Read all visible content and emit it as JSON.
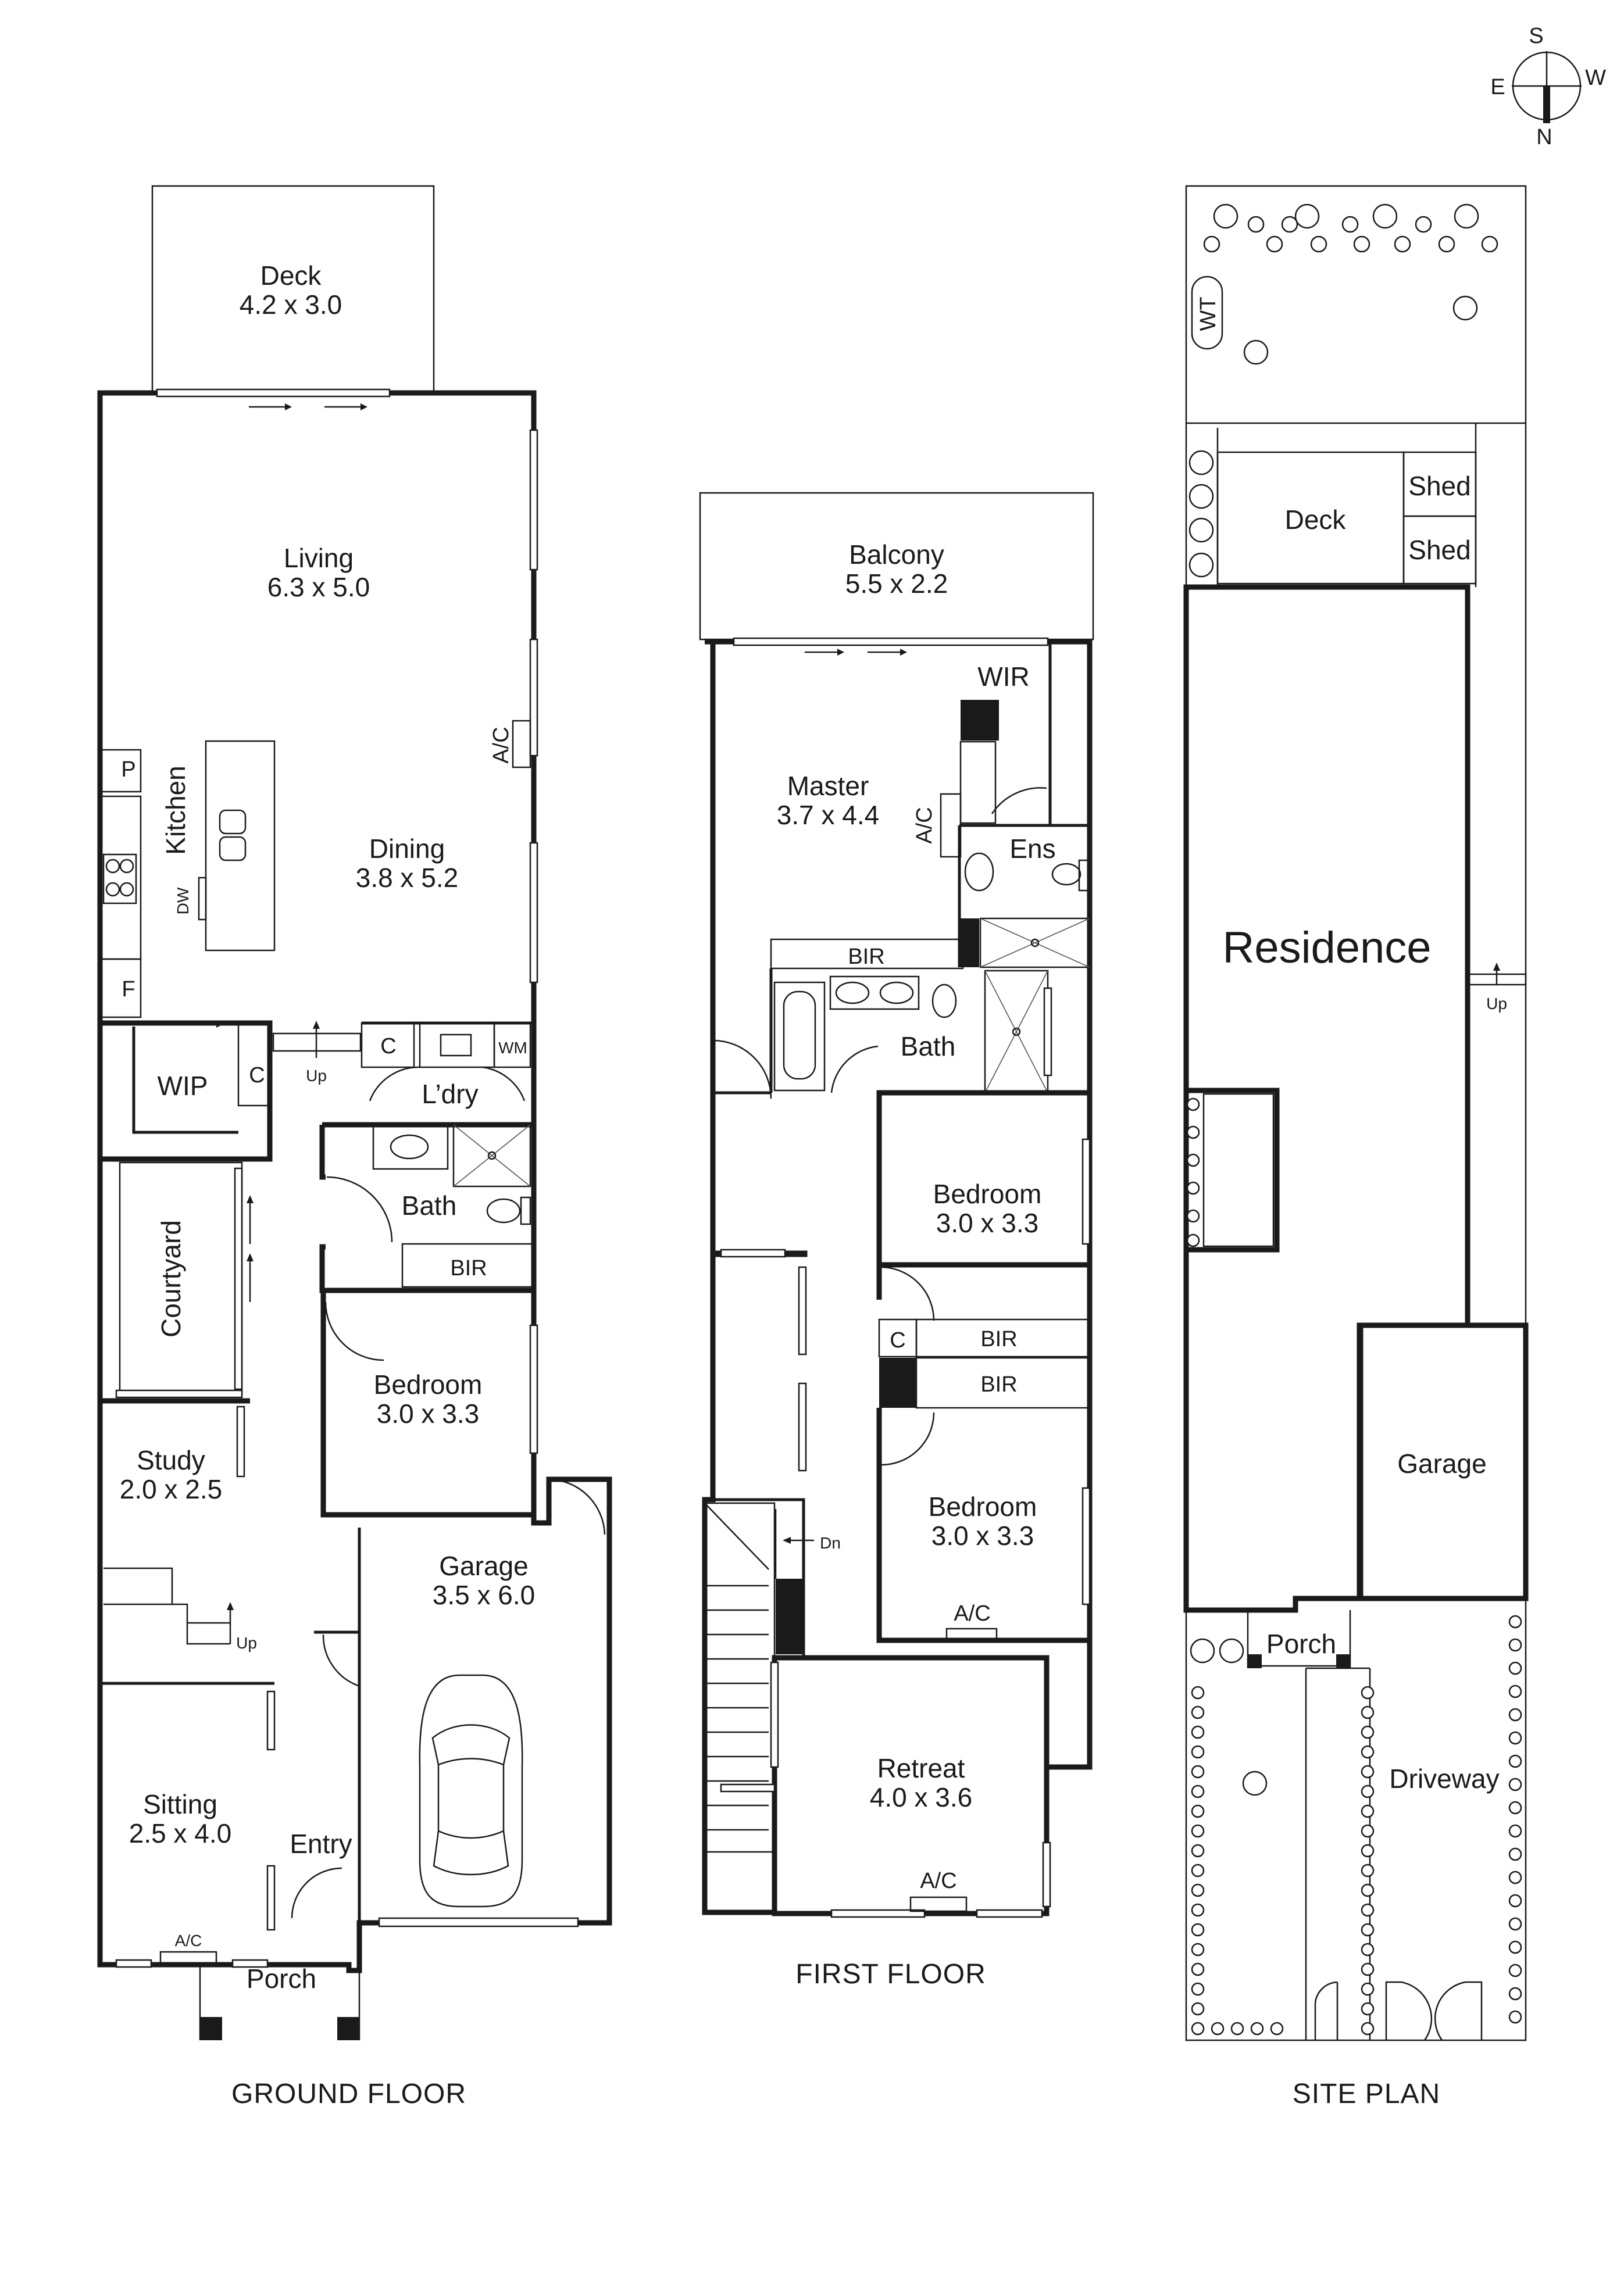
{
  "compass": {
    "n": "N",
    "s": "S",
    "e": "E",
    "w": "W"
  },
  "captions": {
    "ground": "GROUND FLOOR",
    "first": "FIRST FLOOR",
    "site": "SITE PLAN"
  },
  "ground_floor": {
    "deck": {
      "name": "Deck",
      "size": "4.2 x 3.0"
    },
    "living": {
      "name": "Living",
      "size": "6.3 x 5.0"
    },
    "dining": {
      "name": "Dining",
      "size": "3.8 x 5.2"
    },
    "kitchen": "Kitchen",
    "pantry": "P",
    "fridge": "F",
    "dishwasher": "DW",
    "ac_living": "A/C",
    "wip": "WIP",
    "cupboard": "C",
    "up_main": "Up",
    "laundry_c": "C",
    "washer": "WM",
    "laundry": "L’dry",
    "bath": "Bath",
    "bir": "BIR",
    "courtyard": "Courtyard",
    "bedroom": {
      "name": "Bedroom",
      "size": "3.0 x 3.3"
    },
    "study": {
      "name": "Study",
      "size": "2.0 x 2.5"
    },
    "up_stair": "Up",
    "garage": {
      "name": "Garage",
      "size": "3.5 x 6.0"
    },
    "sitting": {
      "name": "Sitting",
      "size": "2.5 x 4.0"
    },
    "entry": "Entry",
    "ac_sitting": "A/C",
    "porch": "Porch"
  },
  "first_floor": {
    "balcony": {
      "name": "Balcony",
      "size": "5.5 x 2.2"
    },
    "wir": "WIR",
    "master": {
      "name": "Master",
      "size": "3.7 x 4.4"
    },
    "ac_master": "A/C",
    "ens": "Ens",
    "bir": "BIR",
    "bath": "Bath",
    "bedroom1": {
      "name": "Bedroom",
      "size": "3.0 x 3.3"
    },
    "cupboard": "C",
    "bir2": "BIR",
    "bir3": "BIR",
    "dn": "Dn",
    "bedroom2": {
      "name": "Bedroom",
      "size": "3.0 x 3.3"
    },
    "ac_bedroom": "A/C",
    "retreat": {
      "name": "Retreat",
      "size": "4.0 x 3.6"
    },
    "ac_retreat": "A/C"
  },
  "site_plan": {
    "water_tank": "WT",
    "deck": "Deck",
    "shed1": "Shed",
    "shed2": "Shed",
    "residence": "Residence",
    "up": "Up",
    "garage": "Garage",
    "porch": "Porch",
    "driveway": "Driveway"
  }
}
